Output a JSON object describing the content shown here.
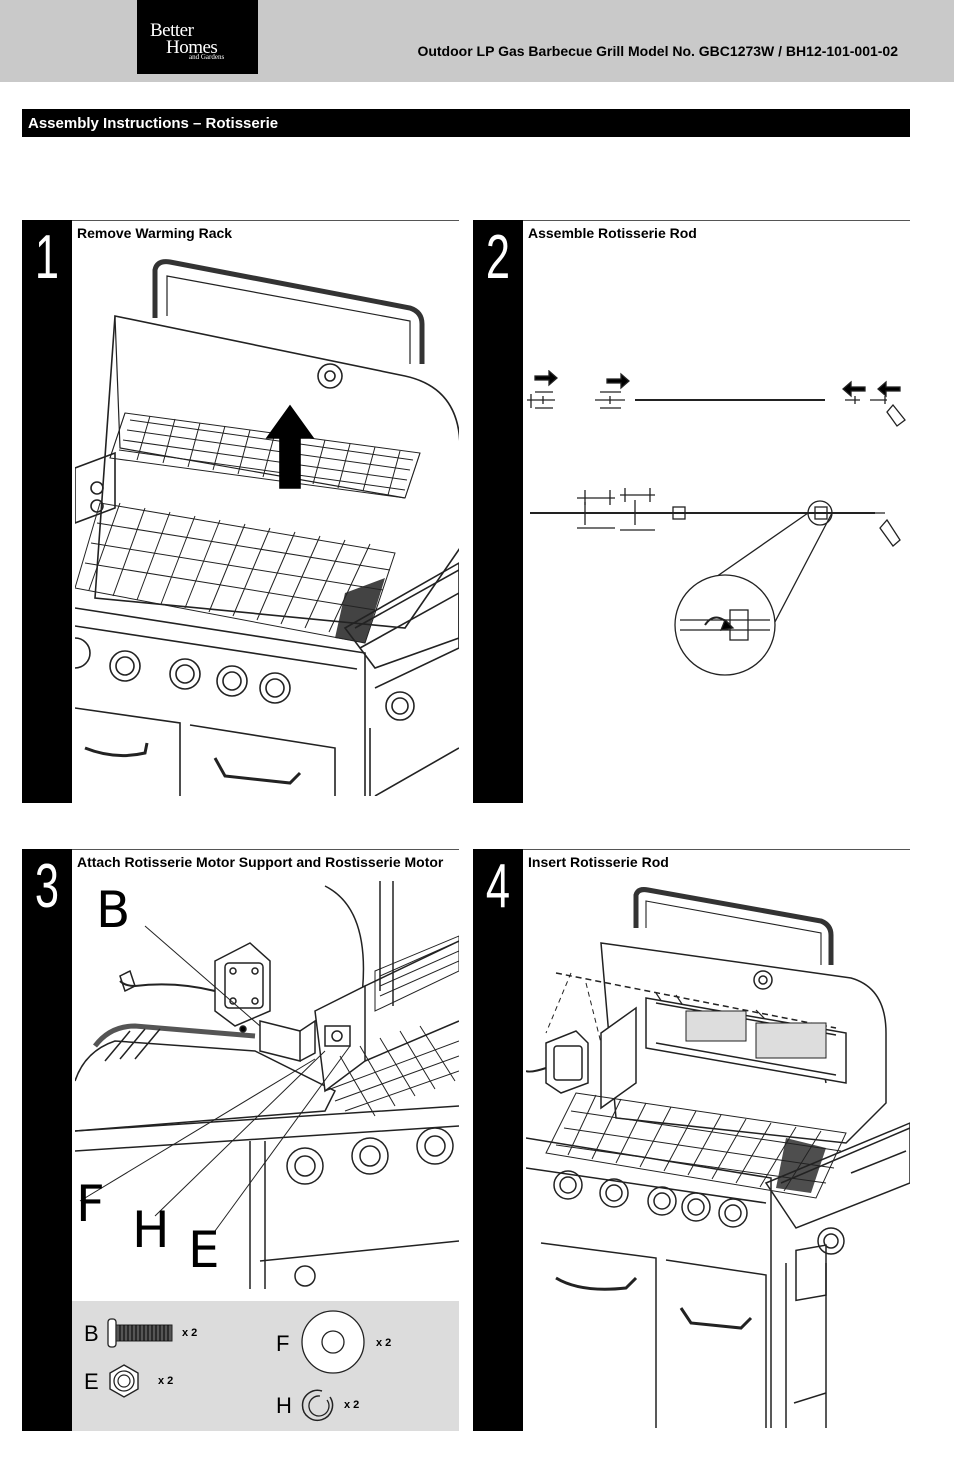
{
  "header": {
    "logo_line1": "Better",
    "logo_line2": "Homes",
    "logo_line3": "and Gardens",
    "model_text": "Outdoor LP Gas Barbecue Grill  Model No. GBC1273W / BH12-101-001-02"
  },
  "section_title": "Assembly Instructions – Rotisserie",
  "steps": [
    {
      "number": "1",
      "title": "Remove Warming Rack"
    },
    {
      "number": "2",
      "title": "Assemble Rotisserie Rod"
    },
    {
      "number": "3",
      "title": "Attach Rotisserie Motor Support and Rostisserie Motor"
    },
    {
      "number": "4",
      "title": "Insert Rotisserie Rod"
    }
  ],
  "step3_callouts": {
    "b": "B",
    "f": "F",
    "h": "H",
    "e": "E"
  },
  "parts": [
    {
      "letter": "B",
      "qty": "x 2"
    },
    {
      "letter": "E",
      "qty": "x 2"
    },
    {
      "letter": "F",
      "qty": "x 2"
    },
    {
      "letter": "H",
      "qty": "x 2"
    }
  ]
}
